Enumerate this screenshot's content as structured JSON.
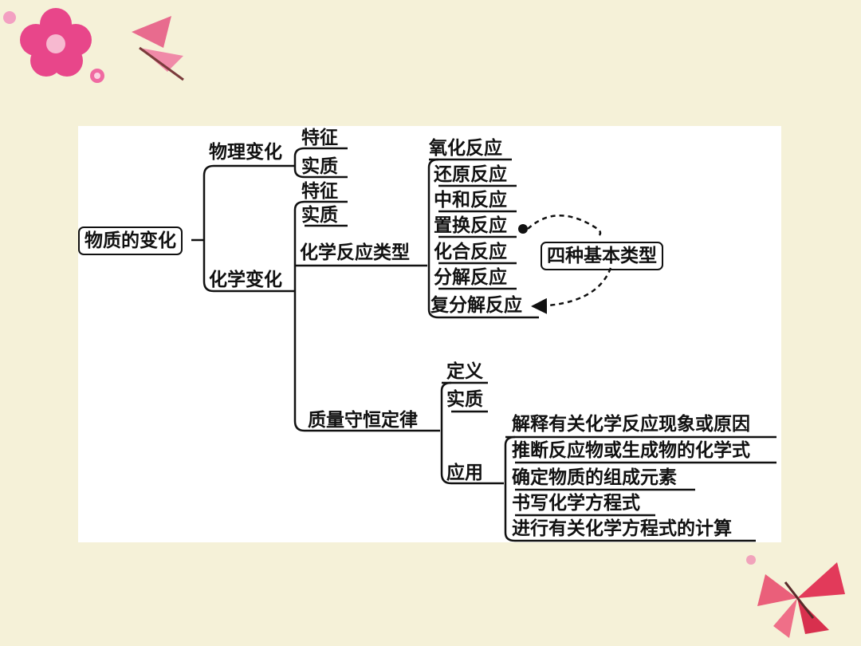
{
  "root": "物质的变化",
  "physical": {
    "label": "物理变化",
    "items": [
      "特征",
      "实质"
    ]
  },
  "chemical": {
    "label": "化学变化",
    "items": [
      "特征",
      "实质"
    ],
    "reaction_types": {
      "label": "化学反应类型",
      "items": [
        "氧化反应",
        "还原反应",
        "中和反应",
        "置换反应",
        "化合反应",
        "分解反应",
        "复分解反应"
      ],
      "basic_types_label": "四种基本类型"
    }
  },
  "conservation": {
    "label": "质量守恒定律",
    "items": [
      "定义",
      "实质"
    ],
    "application": {
      "label": "应用",
      "items": [
        "解释有关化学反应现象或原因",
        "推断反应物或生成物的化学式",
        "确定物质的组成元素",
        "书写化学方程式",
        "进行有关化学方程式的计算"
      ]
    }
  },
  "colors": {
    "background": "#f5f1d8",
    "panel": "#ffffff",
    "line": "#111111",
    "flower": "#e8468a",
    "butterfly": "#e23a5a"
  }
}
